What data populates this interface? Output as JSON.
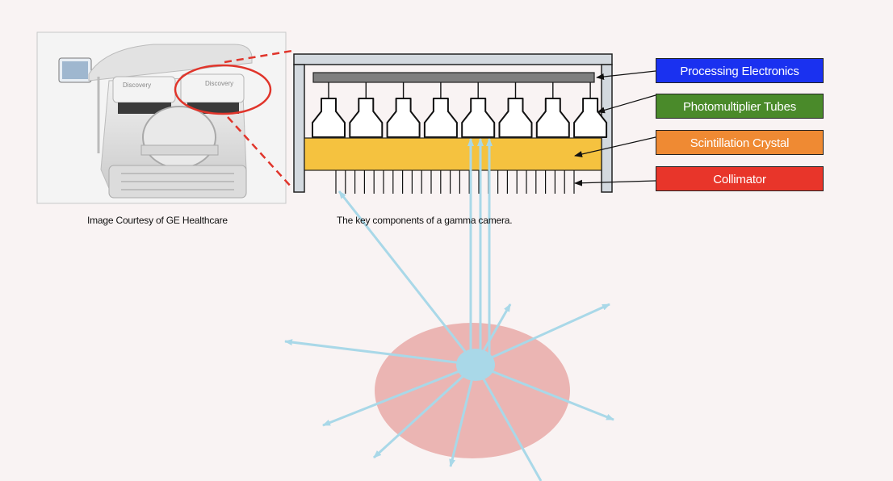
{
  "photo": {
    "caption": "Image Courtesy of GE Healthcare",
    "brand_text_left": "Discovery",
    "brand_text_right": "Discovery"
  },
  "diagram": {
    "caption": "The key components of a gamma camera."
  },
  "labels": [
    {
      "text": "Processing Electronics",
      "color": "#1a31f0"
    },
    {
      "text": "Photomultiplier Tubes",
      "color": "#4a8a2a"
    },
    {
      "text": "Scintillation Crystal",
      "color": "#ef8a33"
    },
    {
      "text": "Collimator",
      "color": "#e8352a"
    }
  ],
  "colors": {
    "background": "#f9f3f3",
    "crystal": "#f5c23f",
    "housing": "#d3d9df",
    "electronics_bar": "#7f7f7f",
    "gamma_ray": "#a9d8e8",
    "patient_ellipse": "#ebb5b3",
    "source": "#a9d8e8",
    "zoom_indicator": "#e0352b"
  }
}
